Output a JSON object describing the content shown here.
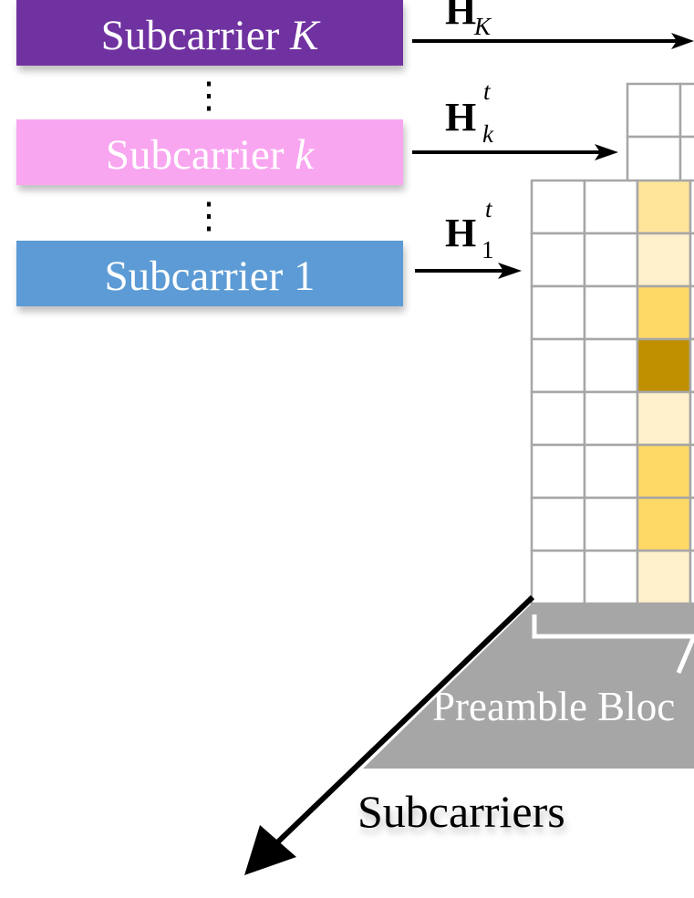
{
  "subcarriers": [
    {
      "id": "K",
      "text": "Subcarrier ",
      "symbol": "K",
      "symbol_italic": true,
      "color": "#7030A0"
    },
    {
      "id": "k",
      "text": "Subcarrier ",
      "symbol": "k",
      "symbol_italic": true,
      "color": "#F9A6F0"
    },
    {
      "id": "1",
      "text": "Subcarrier ",
      "symbol": "1",
      "symbol_italic": false,
      "color": "#5B9BD5"
    }
  ],
  "channel_labels": [
    {
      "id": "HK",
      "base": "H",
      "sub": "K",
      "sup": ""
    },
    {
      "id": "Hk",
      "base": "H",
      "sub": "k",
      "sup": "t"
    },
    {
      "id": "H1",
      "base": "H",
      "sub": "1",
      "sup": "t"
    }
  ],
  "vdots": "⋮",
  "preamble_label": "Preamble Bloc",
  "axis_label": "Subcarriers",
  "colors": {
    "grid_line": "#A6A6A6",
    "floor": "#A6A6A6",
    "shade_light": "#FFF0CC",
    "shade_pale": "#FFE599",
    "shade_mid": "#FFD966",
    "shade_dark": "#BF8F00"
  },
  "grid": {
    "column3_levels": [
      "pale",
      "light",
      "mid",
      "dark",
      "light",
      "mid",
      "mid",
      "light"
    ]
  }
}
